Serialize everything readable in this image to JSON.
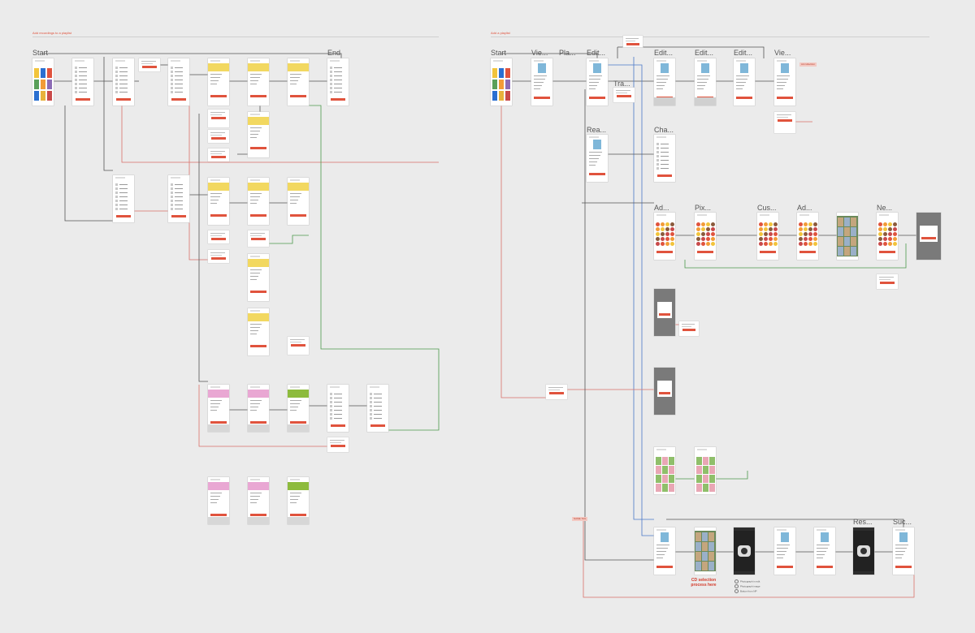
{
  "flows": [
    {
      "title": "Add recordings to a playlist",
      "labels": {
        "start": "Start",
        "end": "End"
      }
    },
    {
      "title": "Add a playlist",
      "labels": [
        "Start",
        "Vie...",
        "Pla...",
        "Edit...",
        "Edit...",
        "Edit...",
        "Edit...",
        "Vie...",
        "Tra...",
        "Rea...",
        "Cha...",
        "Ad...",
        "Pix...",
        "Cus...",
        "Ad...",
        "Ne...",
        "Res...",
        "Suc..."
      ]
    }
  ],
  "captions": {
    "cd_selection": "CD selection\nprocess here"
  },
  "tags": [
    "Ad collection",
    "NAME TAG"
  ],
  "legend": [
    "Photograph in edit",
    "Photograph image",
    "Button from NP"
  ],
  "colors": {
    "accent": "#e0533d",
    "connector_gray": "#555555",
    "connector_red": "#d9706a",
    "connector_green": "#4c9a4c",
    "connector_blue": "#4a78c8",
    "canvas": "#ebebeb"
  }
}
